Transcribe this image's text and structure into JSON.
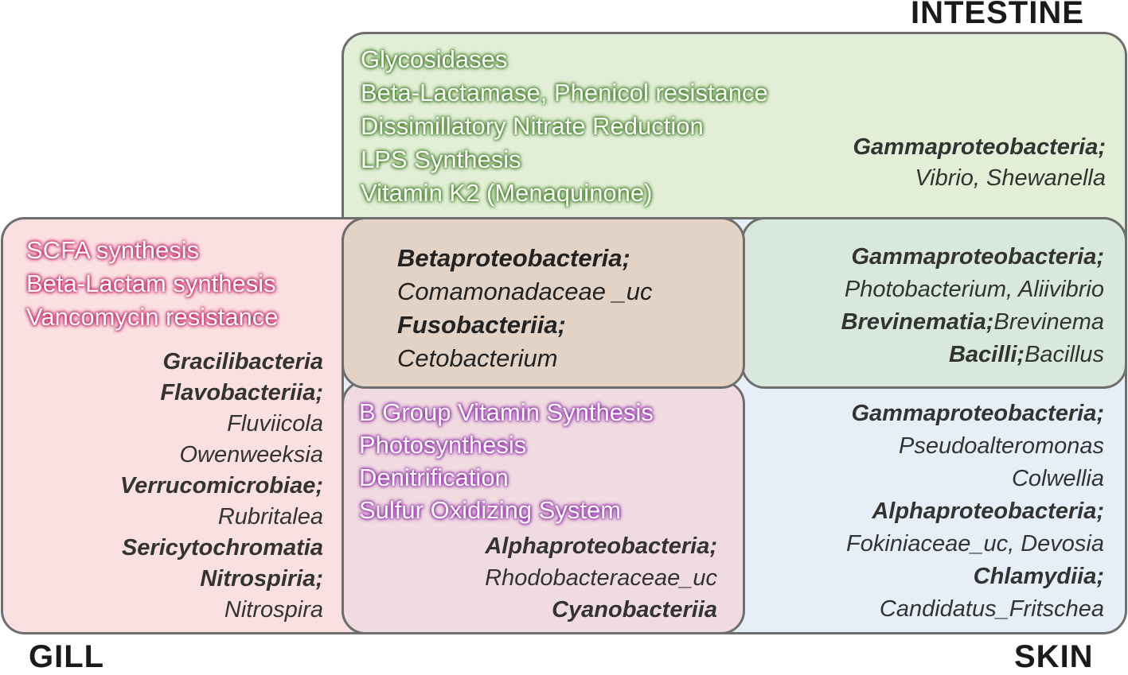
{
  "colors": {
    "intestine_fill": "#e2efd6",
    "gill_fill": "#fbe0e2",
    "skin_fill": "#e6eff8",
    "intestine_gill": "#e3d3c6",
    "intestine_skin": "#d9e8dc",
    "gill_skin": "#f0dbe0",
    "border": "#6e6e6e",
    "green_glow": "#3b7a1f",
    "red_glow": "#c2185b",
    "purple_glow": "#8e24aa"
  },
  "titles": {
    "intestine": "INTESTINE",
    "gill": "GILL",
    "skin": "SKIN"
  },
  "intestine": {
    "functions": [
      "Glycosidases",
      "Beta-Lactamase, Phenicol resistance",
      "Dissimillatory Nitrate Reduction",
      "LPS Synthesis",
      "Vitamin K2 (Menaquinone)"
    ],
    "taxa": [
      {
        "text": "Gammaproteobacteria;",
        "bold": true
      },
      {
        "text": "Vibrio, Shewanella",
        "bold": false
      }
    ]
  },
  "gill": {
    "functions": [
      "SCFA synthesis",
      "Beta-Lactam synthesis",
      "Vancomycin resistance"
    ],
    "taxa": [
      {
        "text": "Gracilibacteria",
        "bold": true
      },
      {
        "text": "Flavobacteriia;",
        "bold": true
      },
      {
        "text": "Fluviicola",
        "bold": false
      },
      {
        "text": "Owenweeksia",
        "bold": false
      },
      {
        "text": "Verrucomicrobiae;",
        "bold": true
      },
      {
        "text": "Rubritalea",
        "bold": false
      },
      {
        "text": "Sericytochromatia",
        "bold": true
      },
      {
        "text": "Nitrospiria;",
        "bold": true
      },
      {
        "text": "Nitrospira",
        "bold": false
      }
    ]
  },
  "intestine_gill": {
    "taxa": [
      {
        "text": "Betaproteobacteria;",
        "bold": true
      },
      {
        "text": "Comamonadaceae _uc",
        "bold": false
      },
      {
        "text": "Fusobacteriia;",
        "bold": true
      },
      {
        "text": "Cetobacterium",
        "bold": false
      }
    ]
  },
  "intestine_skin": {
    "taxa": [
      {
        "text": "Gammaproteobacteria;",
        "bold": true
      },
      {
        "text": "Photobacterium, Aliivibrio",
        "bold": false
      },
      {
        "bold_part": "Brevinematia;",
        "rest": "Brevinema"
      },
      {
        "bold_part": "Bacilli;",
        "rest": "Bacillus"
      }
    ]
  },
  "gill_skin": {
    "functions": [
      "B Group Vitamin Synthesis",
      "Photosynthesis",
      "Denitrification",
      "Sulfur Oxidizing System"
    ],
    "taxa": [
      {
        "text": "Alphaproteobacteria;",
        "bold": true
      },
      {
        "text": "Rhodobacteraceae_uc",
        "bold": false
      },
      {
        "text": "Cyanobacteriia",
        "bold": true
      }
    ]
  },
  "skin": {
    "taxa": [
      {
        "text": "Gammaproteobacteria;",
        "bold": true
      },
      {
        "text": "Pseudoalteromonas",
        "bold": false
      },
      {
        "text": "Colwellia",
        "bold": false
      },
      {
        "text": "Alphaproteobacteria;",
        "bold": true
      },
      {
        "text": "Fokiniaceae_uc, Devosia",
        "bold": false
      },
      {
        "text": "Chlamydiia;",
        "bold": true
      },
      {
        "text": "Candidatus_Fritschea",
        "bold": false
      }
    ]
  }
}
